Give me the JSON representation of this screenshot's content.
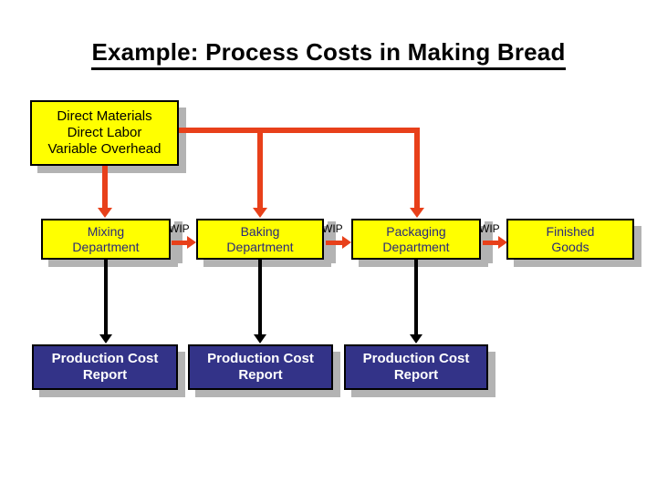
{
  "slide": {
    "title": "Example: Process Costs in Making Bread",
    "background": "#ffffff"
  },
  "colors": {
    "box_fill_yellow": "#ffff00",
    "box_fill_navy": "#333388",
    "box_border": "#000000",
    "shadow": "#b3b3b3",
    "arrow_red": "#e8401a",
    "arrow_black": "#000000",
    "dept_text": "#2a2a7a",
    "report_text": "#ffffff",
    "title_text": "#000000"
  },
  "source_box": {
    "lines": [
      "Direct Materials",
      "Direct Labor",
      "Variable Overhead"
    ]
  },
  "departments": [
    {
      "line1": "Mixing",
      "line2": "Department"
    },
    {
      "line1": "Baking",
      "line2": "Department"
    },
    {
      "line1": "Packaging",
      "line2": "Department"
    },
    {
      "line1": "Finished",
      "line2": "Goods"
    }
  ],
  "connectors": [
    {
      "label": "WIP"
    },
    {
      "label": "WIP"
    },
    {
      "label": "WIP"
    }
  ],
  "reports": [
    {
      "line1": "Production Cost",
      "line2": "Report"
    },
    {
      "line1": "Production Cost",
      "line2": "Report"
    },
    {
      "line1": "Production Cost",
      "line2": "Report"
    }
  ]
}
